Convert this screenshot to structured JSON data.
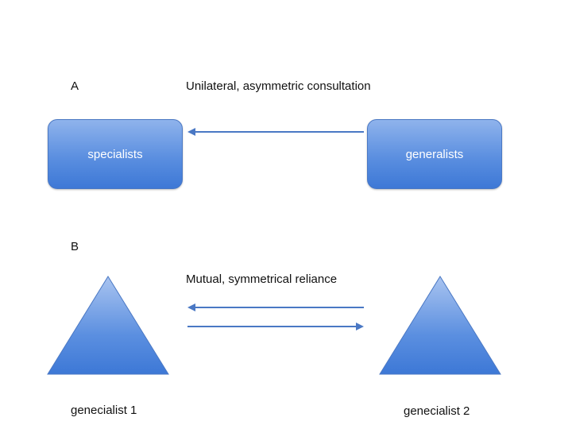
{
  "panel_a": {
    "label": "A",
    "caption": "Unilateral, asymmetric consultation",
    "left_box": "specialists",
    "right_box": "generalists"
  },
  "panel_b": {
    "label": "B",
    "caption": "Mutual, symmetrical reliance",
    "left_triangle": "genecialist 1",
    "right_triangle": "genecialist 2"
  },
  "colors": {
    "shape_fill_light": "#a9c4f0",
    "shape_fill_dark": "#3d78d6",
    "arrow": "#4a78c4"
  }
}
